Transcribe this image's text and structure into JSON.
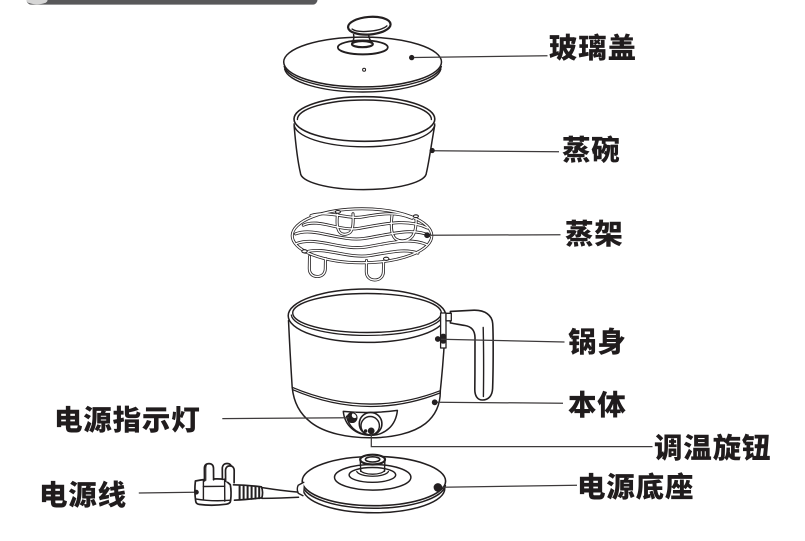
{
  "diagram": {
    "labels": {
      "glass_lid": "玻璃盖",
      "steam_bowl": "蒸碗",
      "steam_rack": "蒸架",
      "pot_body": "锅身",
      "main_body": "本体",
      "power_indicator": "电源指示灯",
      "temp_knob": "调温旋钮",
      "power_cord": "电源线",
      "power_base": "电源底座"
    },
    "colors": {
      "ink": "#231f20",
      "leader_line": "#3d3a3b",
      "label_text": "#201c1d",
      "top_bar": "#58585a",
      "top_bar_cap": "#d6d6d6",
      "background": "#ffffff"
    }
  }
}
